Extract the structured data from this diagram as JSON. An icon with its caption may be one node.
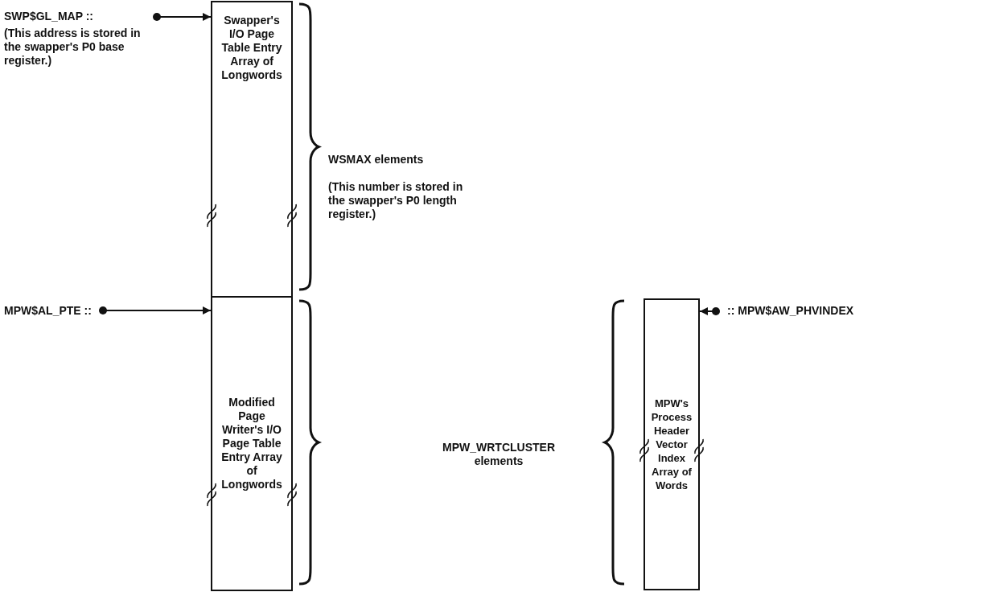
{
  "diagram": {
    "nodes": [
      {
        "text": [
          "SWP$GL_MAP ::",
          "(This address is stored in the swapper's P0 base register.)"
        ]
      },
      {
        "text": [
          "Swapper's I/O Page Table Entry Array of Longwords"
        ]
      },
      {
        "text": [
          "MPW$AL_PTE ::"
        ]
      },
      {
        "text": [
          "Modified Page Writer's I/O Page Table Entry Array of Longwords"
        ]
      },
      {
        "text": [
          "MPW's Process Header Vector Index Array of Words"
        ]
      },
      {
        "text": [
          ":: MPW$AW_PHVINDEX"
        ]
      }
    ],
    "edges": [
      {
        "from": 0,
        "to": 1,
        "arrow": "to"
      },
      {
        "from": 2,
        "to": 3,
        "arrow": "to"
      },
      {
        "from": 5,
        "to": 4,
        "arrow": "to"
      }
    ],
    "labels": [
      "WSMAX elements",
      "(This number is stored in the swapper's P0 length register.)",
      "MPW_WRTCLUSTER elements"
    ]
  }
}
